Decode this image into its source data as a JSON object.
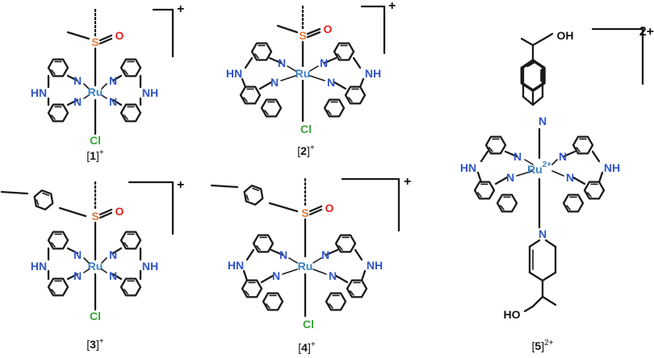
{
  "colors": {
    "bond": "#1a1a1a",
    "nitrogen": "#2f55c8",
    "ruthenium": "#3b7fc0",
    "sulfur": "#e07a3a",
    "oxygen": "#e0211c",
    "chlorine": "#3aa53a",
    "text": "#111111"
  },
  "atoms": {
    "ru": "Ru",
    "ru2": "Ru",
    "ru2_charge": "2+",
    "n": "N",
    "nh": "NH",
    "hn": "HN",
    "s": "S",
    "o": "O",
    "cl": "Cl",
    "oh": "OH",
    "ho": "HO"
  },
  "complexes": [
    {
      "label": "1",
      "charge": "+"
    },
    {
      "label": "2",
      "charge": "+"
    },
    {
      "label": "3",
      "charge": "+"
    },
    {
      "label": "4",
      "charge": "+"
    },
    {
      "label": "5",
      "charge": "2+"
    }
  ]
}
